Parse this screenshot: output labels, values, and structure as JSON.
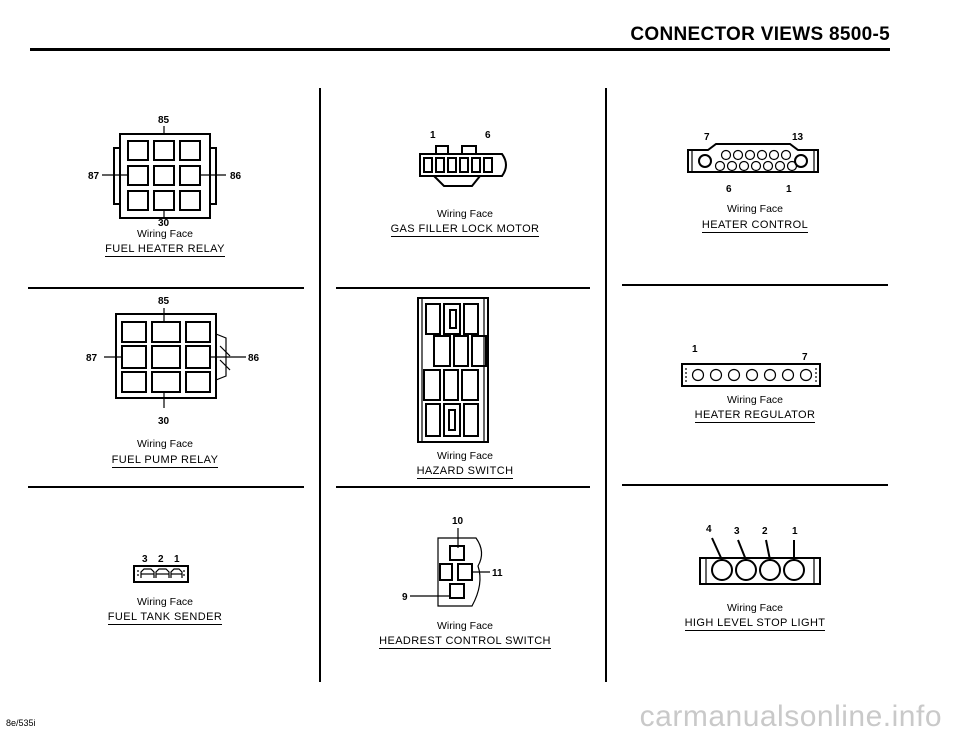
{
  "header": {
    "title": "CONNECTOR VIEWS   8500-5"
  },
  "footer": {
    "code": "8e/535i",
    "watermark": "carmanualsonline.info"
  },
  "wiring_face": "Wiring Face",
  "connectors": {
    "fuel_heater_relay": {
      "name": "FUEL HEATER RELAY",
      "pins": [
        "85",
        "87",
        "86",
        "30"
      ]
    },
    "gas_filler_lock_motor": {
      "name": "GAS FILLER LOCK MOTOR",
      "pins": [
        "1",
        "6"
      ]
    },
    "heater_control": {
      "name": "HEATER CONTROL",
      "pins": [
        "7",
        "13",
        "6",
        "1"
      ]
    },
    "fuel_pump_relay": {
      "name": "FUEL PUMP RELAY",
      "pins": [
        "85",
        "87",
        "86",
        "30"
      ]
    },
    "hazard_switch": {
      "name": "HAZARD SWITCH",
      "pins": []
    },
    "heater_regulator": {
      "name": "HEATER REGULATOR",
      "pins": [
        "1",
        "7"
      ]
    },
    "fuel_tank_sender": {
      "name": "FUEL TANK SENDER",
      "pins": [
        "3",
        "2",
        "1"
      ]
    },
    "headrest_control_switch": {
      "name": "HEADREST CONTROL SWITCH",
      "pins": [
        "10",
        "11",
        "9"
      ]
    },
    "high_level_stop_light": {
      "name": "HIGH LEVEL STOP LIGHT",
      "pins": [
        "4",
        "3",
        "2",
        "1"
      ]
    }
  }
}
